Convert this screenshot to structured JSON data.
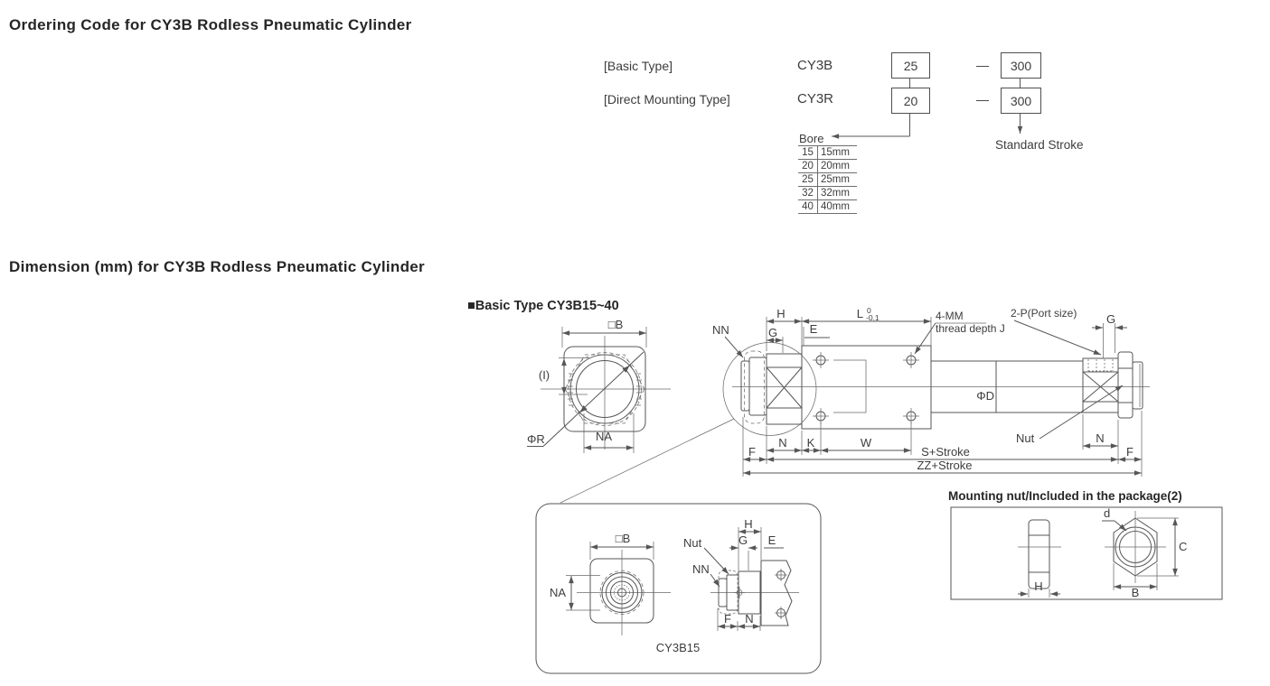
{
  "page": {
    "background": "#ffffff",
    "line_color": "#565656",
    "text_color": "#3d3d3d",
    "title_color": "#262626"
  },
  "ordering": {
    "title": "Ordering Code for CY3B Rodless Pneumatic Cylinder",
    "rows": [
      {
        "label": "[Basic Type]",
        "model": "CY3B",
        "bore": "25",
        "dash": "—",
        "stroke": "300"
      },
      {
        "label": "[Direct Mounting Type]",
        "model": "CY3R",
        "bore": "20",
        "dash": "—",
        "stroke": "300"
      }
    ],
    "bore_label": "Bore",
    "bore_table": [
      [
        "15",
        "15mm"
      ],
      [
        "20",
        "20mm"
      ],
      [
        "25",
        "25mm"
      ],
      [
        "32",
        "32mm"
      ],
      [
        "40",
        "40mm"
      ]
    ],
    "stroke_label": "Standard Stroke"
  },
  "dimensions": {
    "title": "Dimension (mm) for CY3B Rodless Pneumatic Cylinder",
    "subtitle": "■Basic Type CY3B15~40",
    "labels": {
      "b_square": "□B",
      "i": "(I)",
      "phi_r": "ΦR",
      "na": "NA",
      "nn": "NN",
      "h": "H",
      "g": "G",
      "e": "E",
      "l": "L",
      "l_tol_sup": "0",
      "l_tol_sub": "-0.1",
      "four_mm": "4-MM",
      "thread_depth": "thread depth J",
      "port": "2-P(Port size)",
      "phi_d": "ΦD",
      "nut": "Nut",
      "n": "N",
      "k": "K",
      "w": "W",
      "f": "F",
      "s_stroke": "S+Stroke",
      "zz_stroke": "ZZ+Stroke"
    },
    "inset": {
      "caption": "CY3B15"
    },
    "nut_box": {
      "title": "Mounting nut/Included in the package(2)",
      "d": "d",
      "c": "C",
      "b": "B",
      "h": "H"
    }
  }
}
